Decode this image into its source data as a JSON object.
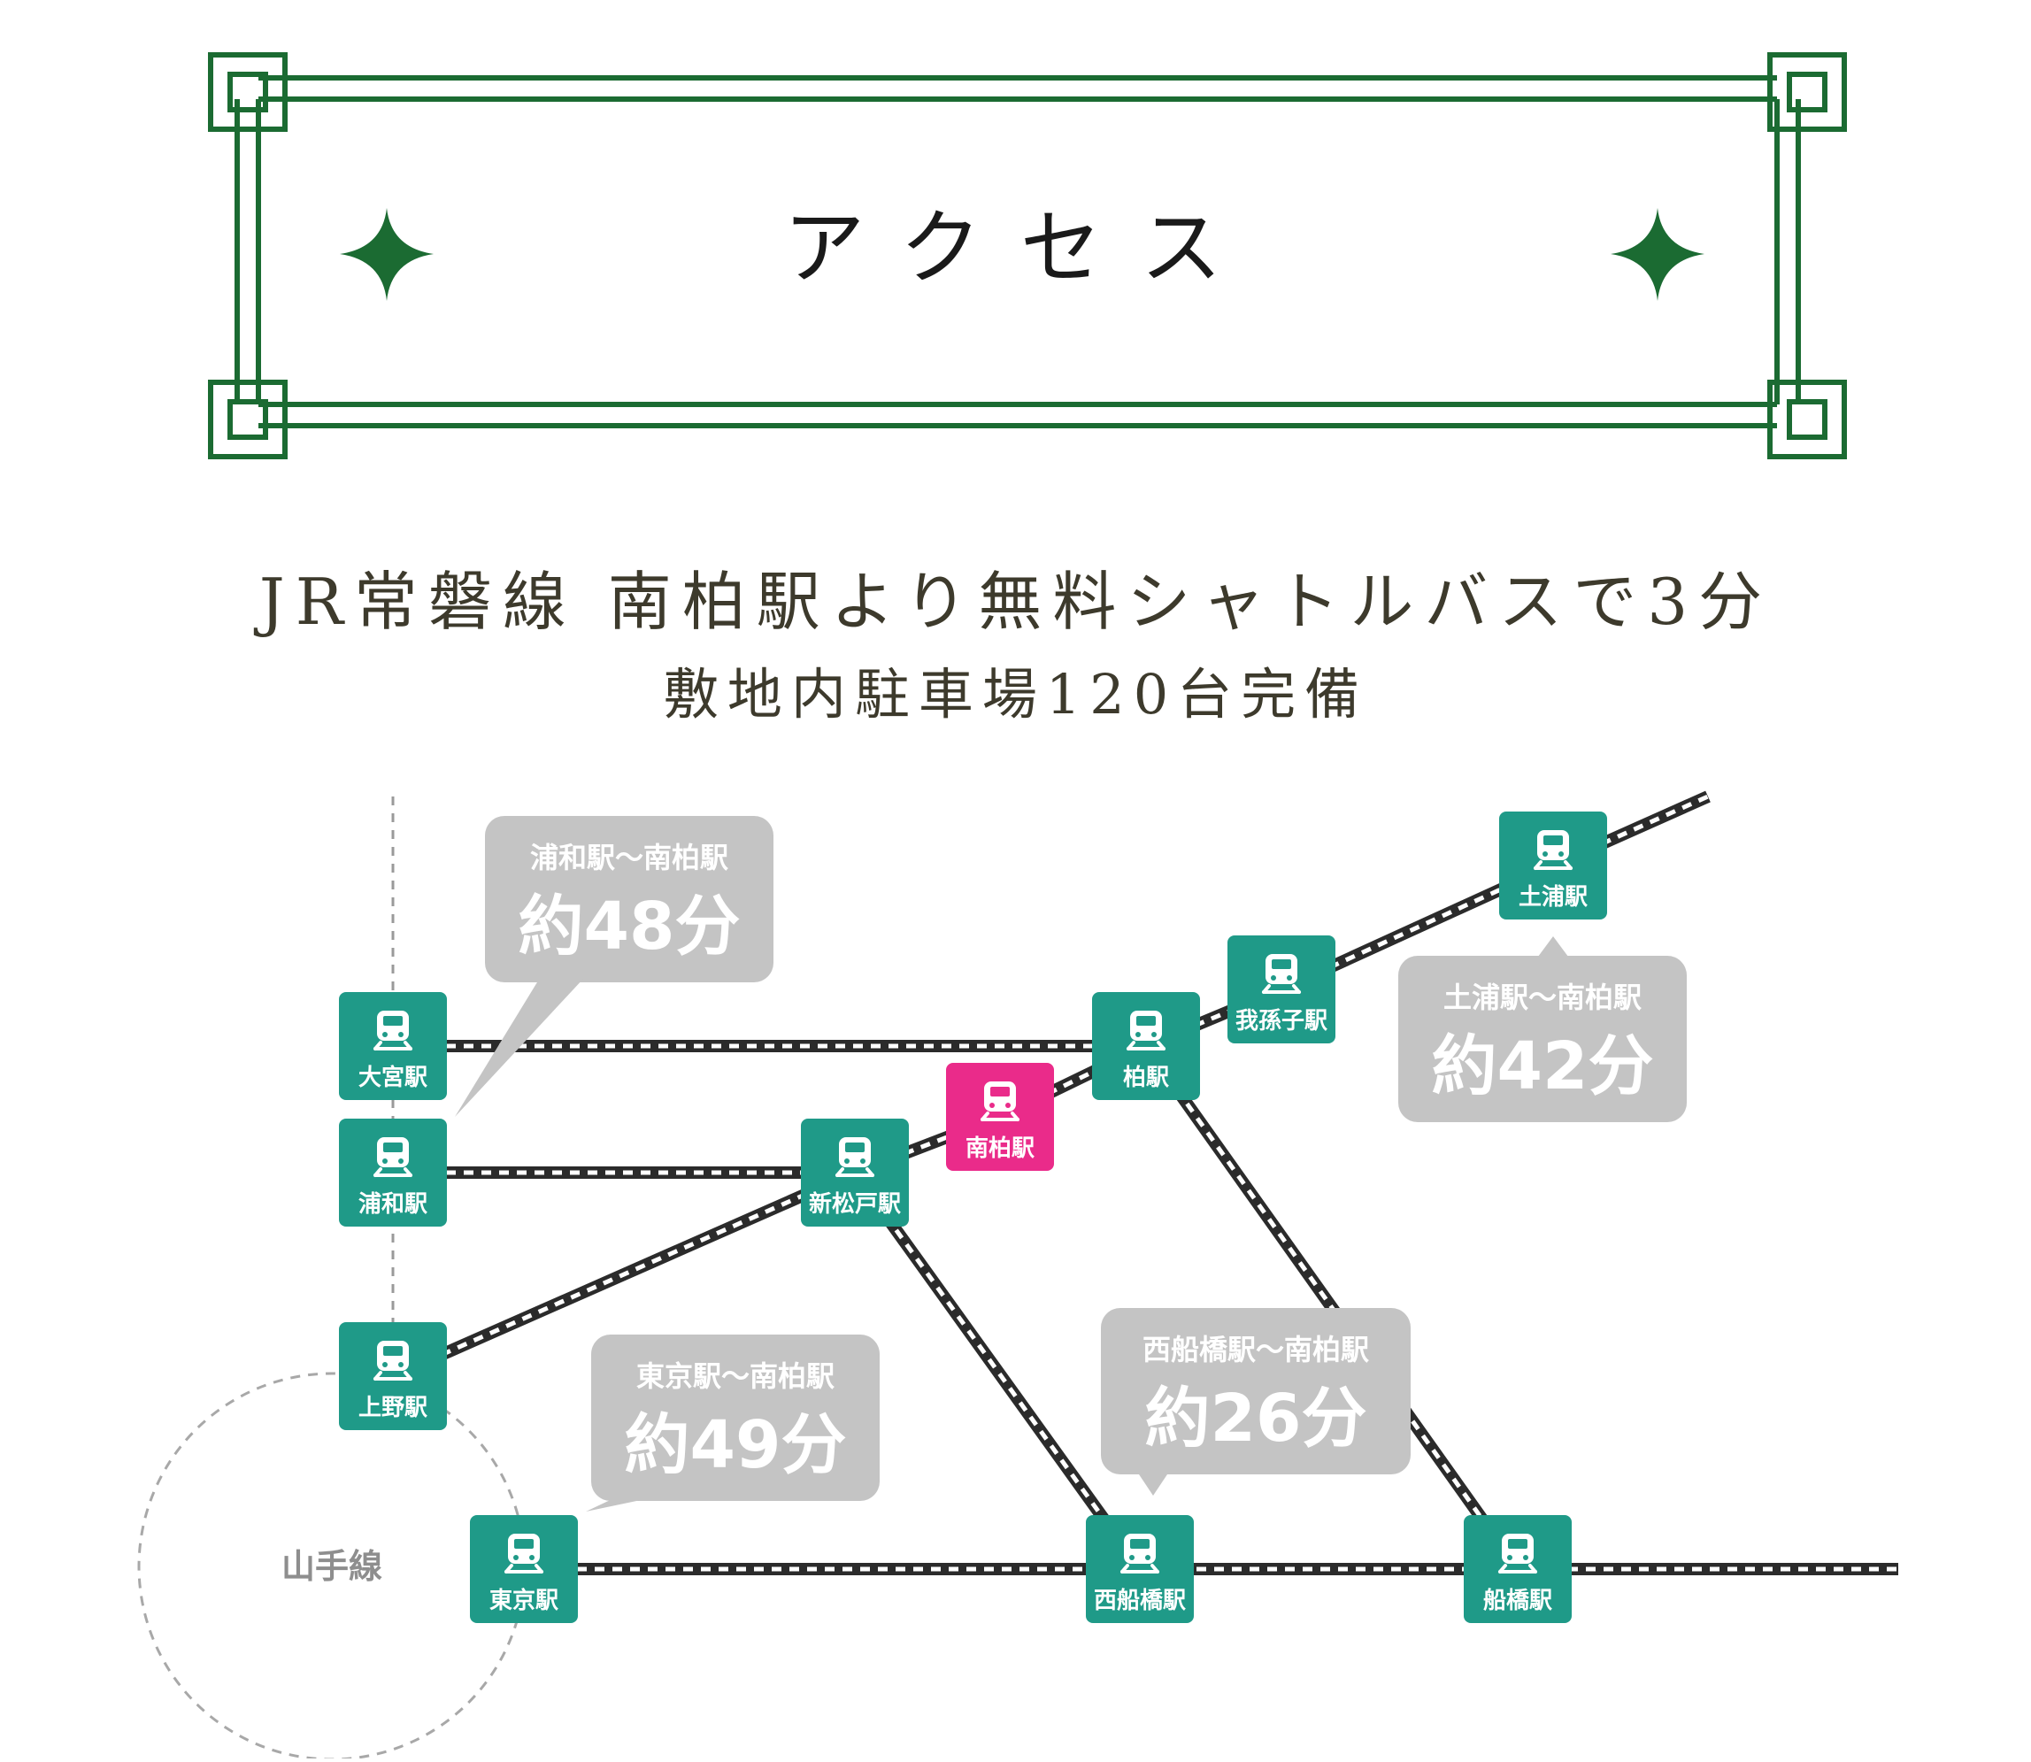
{
  "header": {
    "title": "アクセス",
    "frame_color": "#1b6b32",
    "star_color": "#1b6b32"
  },
  "subtitle": {
    "line1": "JR常磐線 南柏駅より無料シャトルバスで3分",
    "line2": "敷地内駐車場120台完備",
    "text_color": "#3d3a2c"
  },
  "map": {
    "station_color": "#1f9a88",
    "highlight_color": "#ea2b8a",
    "bubble_color": "#c4c4c4",
    "stations": [
      {
        "id": "omiya",
        "label": "大宮駅",
        "icon": "train-icon"
      },
      {
        "id": "urawa",
        "label": "浦和駅",
        "icon": "train-icon"
      },
      {
        "id": "ueno",
        "label": "上野駅",
        "icon": "train-icon"
      },
      {
        "id": "tokyo",
        "label": "東京駅",
        "icon": "train-icon"
      },
      {
        "id": "shinmatsudo",
        "label": "新松戸駅",
        "icon": "train-icon"
      },
      {
        "id": "minamikashiwa",
        "label": "南柏駅",
        "icon": "train-icon",
        "highlight": true
      },
      {
        "id": "kashiwa",
        "label": "柏駅",
        "icon": "train-icon"
      },
      {
        "id": "abiko",
        "label": "我孫子駅",
        "icon": "train-icon"
      },
      {
        "id": "tsuchiura",
        "label": "土浦駅",
        "icon": "train-icon"
      },
      {
        "id": "nishifunabashi",
        "label": "西船橋駅",
        "icon": "train-icon"
      },
      {
        "id": "funabashi",
        "label": "船橋駅",
        "icon": "train-icon"
      }
    ],
    "bubbles": [
      {
        "id": "urawa",
        "route": "浦和駅〜南柏駅",
        "time": "約48分"
      },
      {
        "id": "tsuchiura",
        "route": "土浦駅〜南柏駅",
        "time": "約42分"
      },
      {
        "id": "tokyo",
        "route": "東京駅〜南柏駅",
        "time": "約49分"
      },
      {
        "id": "nishifunabashi",
        "route": "西船橋駅〜南柏駅",
        "time": "約26分"
      }
    ],
    "yamanote_label": "山手線"
  }
}
